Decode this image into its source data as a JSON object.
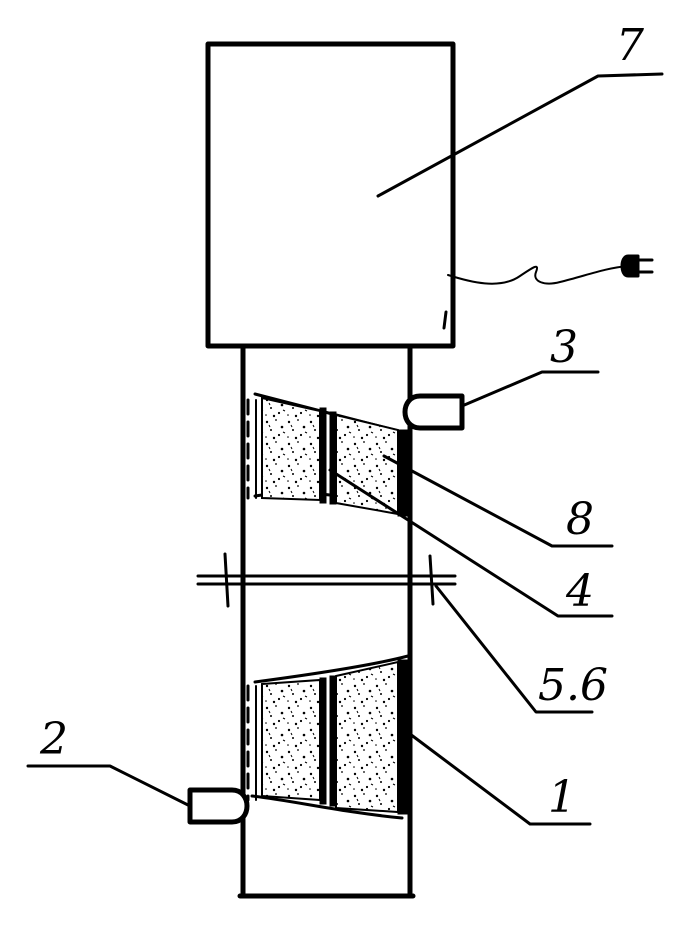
{
  "labels": {
    "l7": "7",
    "l3": "3",
    "l8": "8",
    "l4": "4",
    "l56": "5.6",
    "l2": "2",
    "l1": "1"
  }
}
